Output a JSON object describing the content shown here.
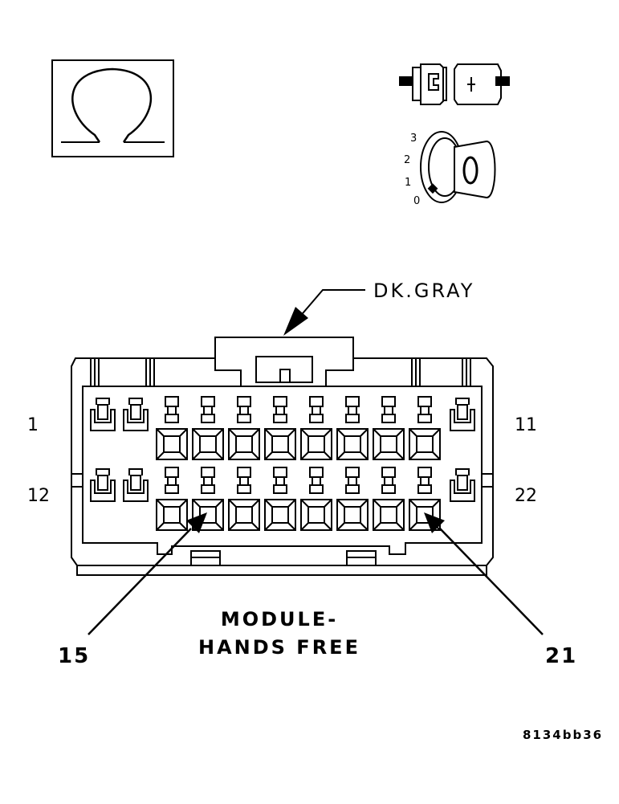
{
  "wire_color_label": "DK.GRAY",
  "title_line1": "MODULE-",
  "title_line2": "HANDS FREE",
  "row_labels": {
    "top_left": "1",
    "top_right": "11",
    "bottom_left": "12",
    "bottom_right": "22"
  },
  "pin_callouts": {
    "left": "15",
    "right": "21"
  },
  "ignition_positions": [
    "3",
    "2",
    "1",
    "0"
  ],
  "reference_code": "8134bb36",
  "icons": [
    "ohm-meter-icon",
    "connector-disconnect-icon",
    "ignition-key-off-icon"
  ],
  "colors": {
    "line": "#000000",
    "background": "#ffffff"
  }
}
